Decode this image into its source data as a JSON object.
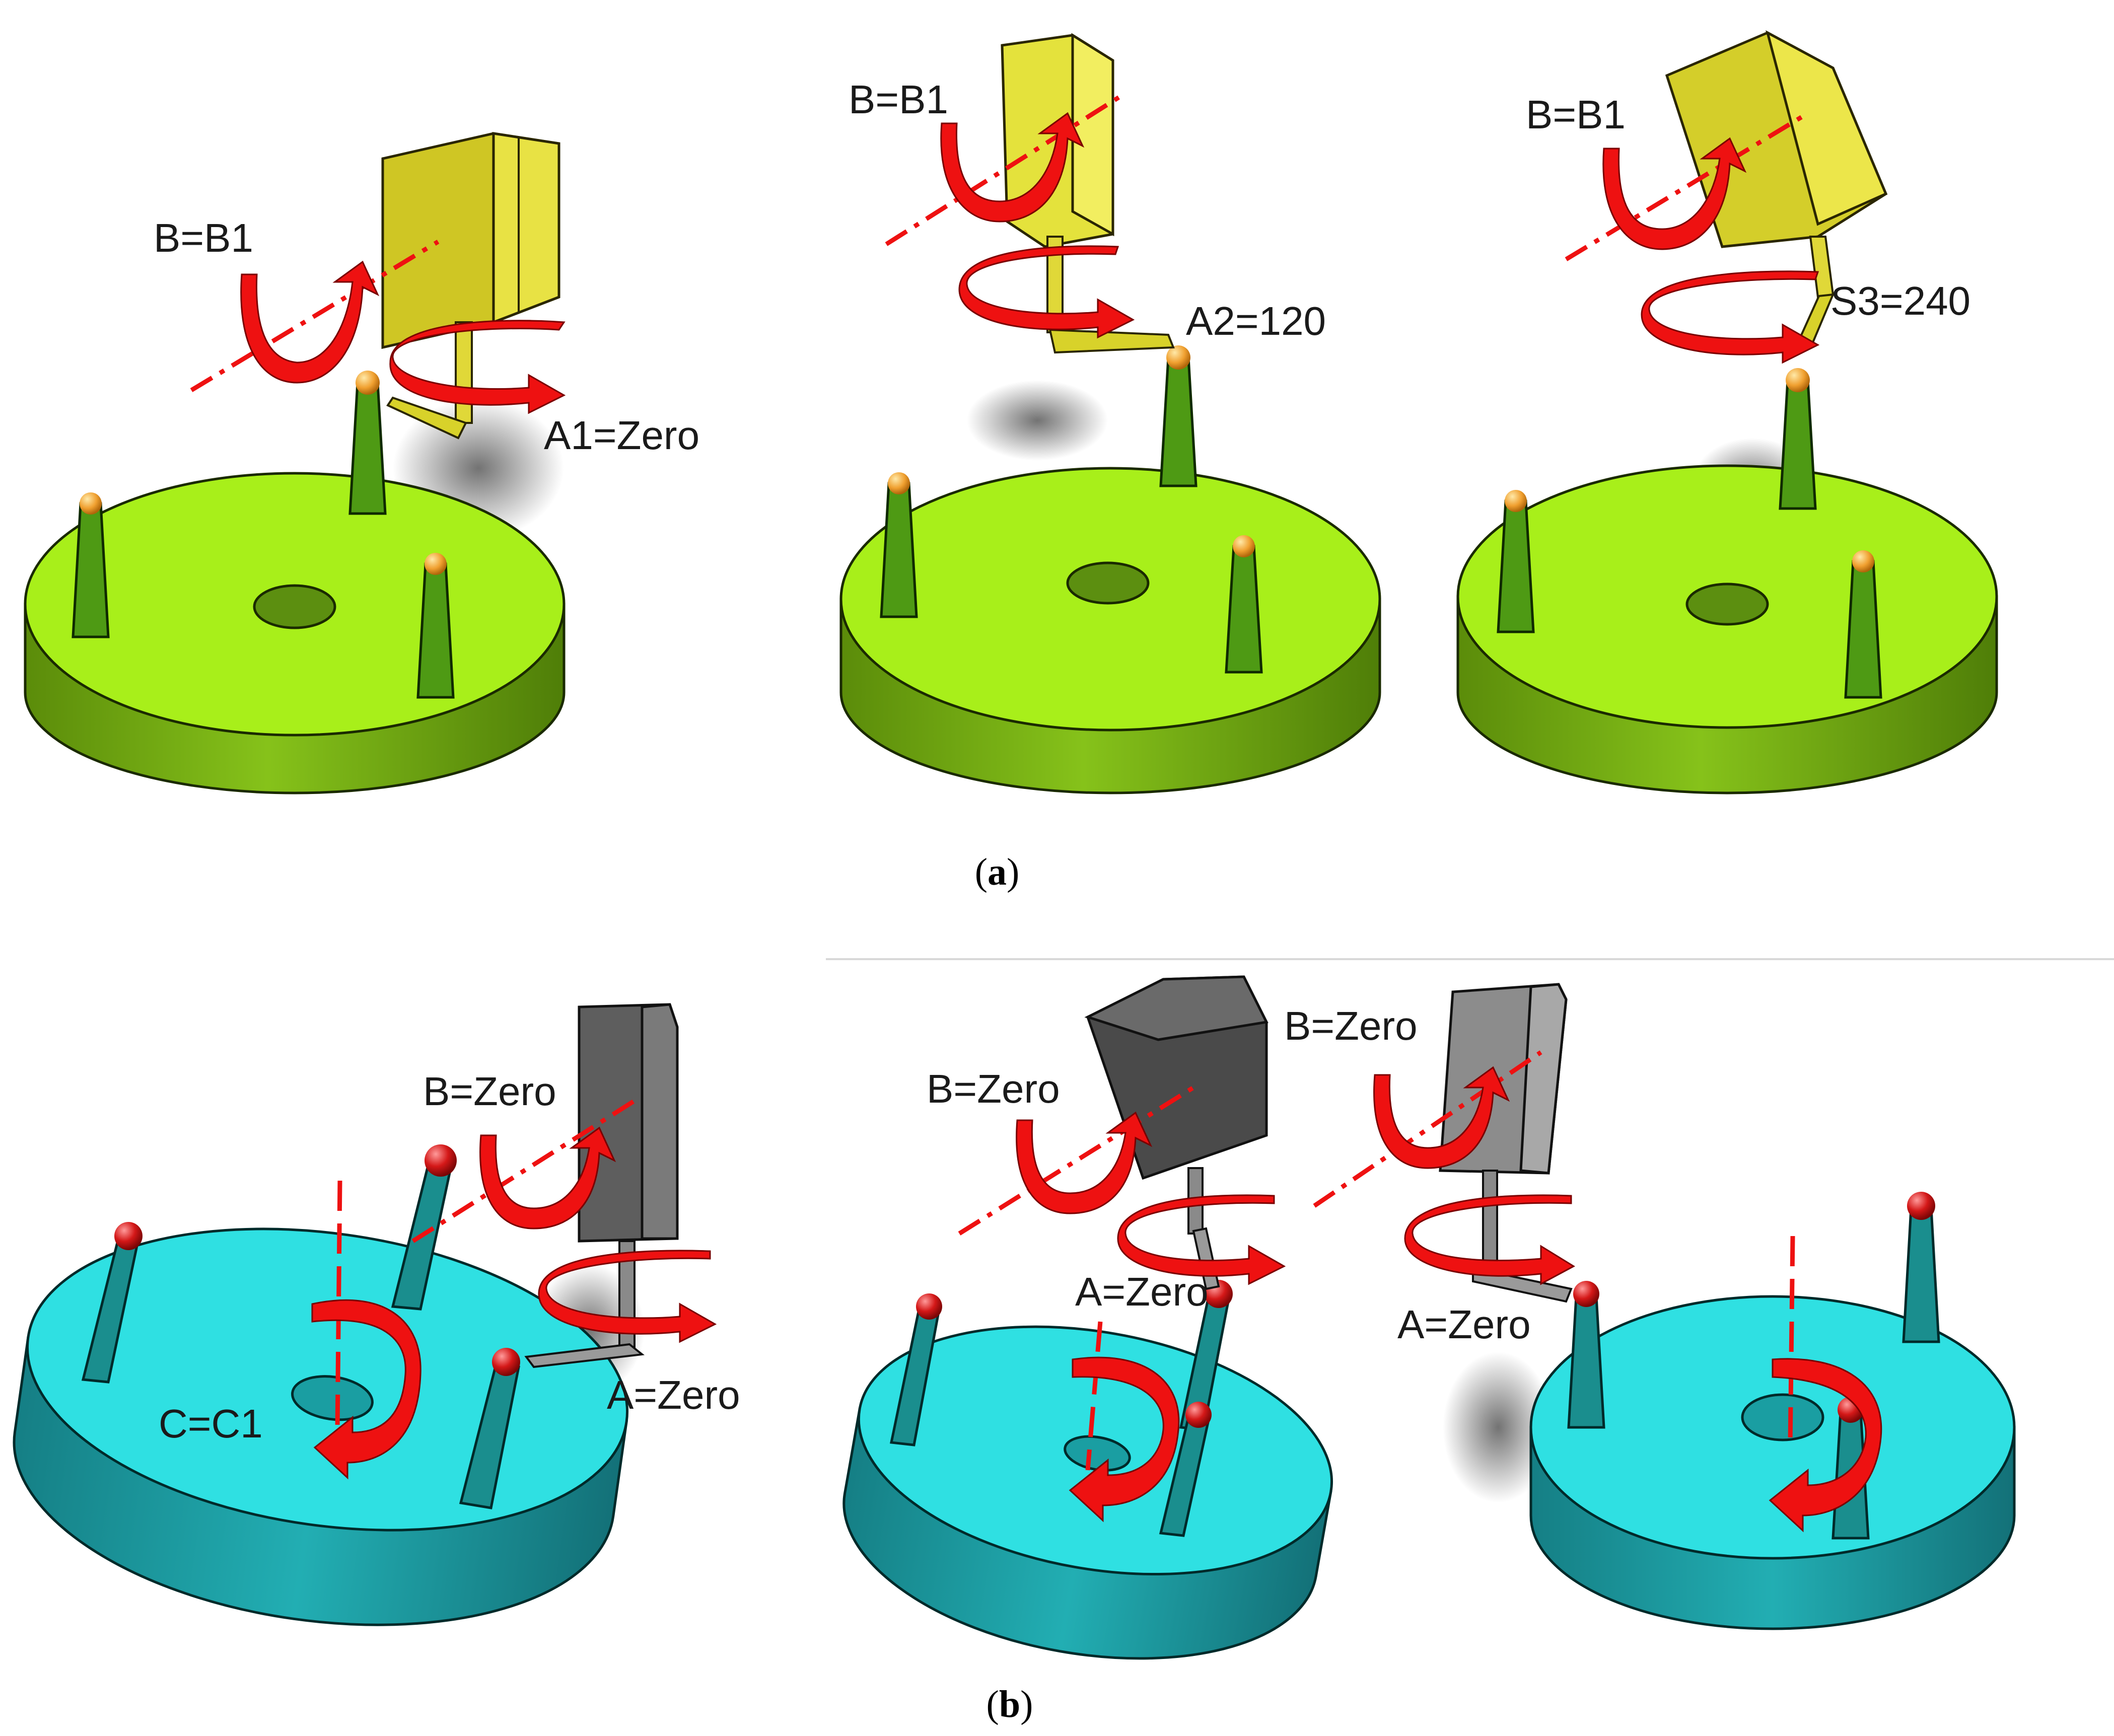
{
  "figure": {
    "panel_a": {
      "caption_letter": "a",
      "scenes": [
        {
          "labels": [
            "B=B1",
            "A1=Zero"
          ]
        },
        {
          "labels": [
            "B=B1",
            "A2=120"
          ]
        },
        {
          "labels": [
            "B=B1",
            "S3=240"
          ]
        }
      ]
    },
    "panel_b": {
      "caption_letter": "b",
      "scenes": [
        {
          "labels": [
            "B=Zero",
            "A=Zero",
            "C=C1"
          ]
        },
        {
          "labels": [
            "B=Zero",
            "A=Zero"
          ]
        },
        {
          "labels": [
            "B=Zero",
            "A=Zero"
          ]
        }
      ]
    }
  },
  "colors": {
    "green_top": "#a8ef1a",
    "green_side": "#6fa80f",
    "green_pin": "#4e9a14",
    "yellow": "#d8d22a",
    "cyan_top": "#2fe0e2",
    "cyan_side": "#1b9ea3",
    "teal_pin": "#1a8e8e",
    "gray": "#6e6e6e",
    "arrow_red": "#ee1111",
    "sphere_orange": "#f0a030",
    "sphere_red": "#d41818"
  }
}
